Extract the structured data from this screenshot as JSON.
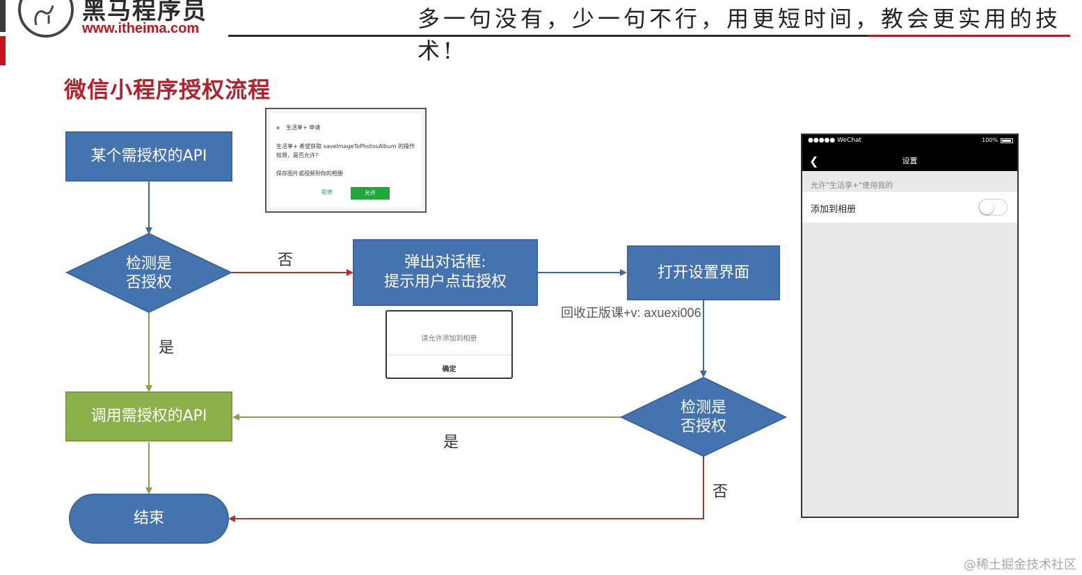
{
  "header": {
    "brand_name": "黑马程序员",
    "brand_url": "www.itheima.com",
    "slogan": "多一句没有，少一句不行，用更短时间，教会更实用的技术!"
  },
  "slide": {
    "title": "微信小程序授权流程"
  },
  "flowchart": {
    "node_api": "某个需授权的API",
    "node_check1_line1": "检测是",
    "node_check1_line2": "否授权",
    "node_popup_line1": "弹出对话框:",
    "node_popup_line2": "提示用户点击授权",
    "node_settings": "打开设置界面",
    "node_check2_line1": "检测是",
    "node_check2_line2": "否授权",
    "node_call_api": "调用需授权的API",
    "node_end": "结束",
    "label_no_1": "否",
    "label_yes_1": "是",
    "label_yes_2": "是",
    "label_no_2": "否"
  },
  "auth_dialog": {
    "app_line": "生活享+ 申请",
    "message_line1": "生活享+ 希望获取 saveImageToPhotosAlbum 的操作",
    "message_line2": "权限，是否允许?",
    "scope_line": "保存图片或视频到你的相册",
    "deny_label": "拒绝",
    "allow_label": "允许"
  },
  "hint_dialog": {
    "message": "请允许添加到相册",
    "confirm_label": "确定"
  },
  "overlay_text": "回收正版课+v: axuexi006",
  "phone": {
    "carrier": "●●●●● WeChat",
    "battery_text": "100%",
    "nav_title": "设置",
    "section_header": "允许\"生活享+\"使用我的",
    "row_label": "添加到相册",
    "toggle_on": false
  },
  "watermark": "@稀土掘金技术社区",
  "colors": {
    "node_blue": "#4473b0",
    "node_green": "#8cb04a",
    "arrow_blue": "#3a67a8",
    "arrow_red": "#b5312b",
    "arrow_green": "#8ca04a",
    "title_red": "#b5212b"
  }
}
